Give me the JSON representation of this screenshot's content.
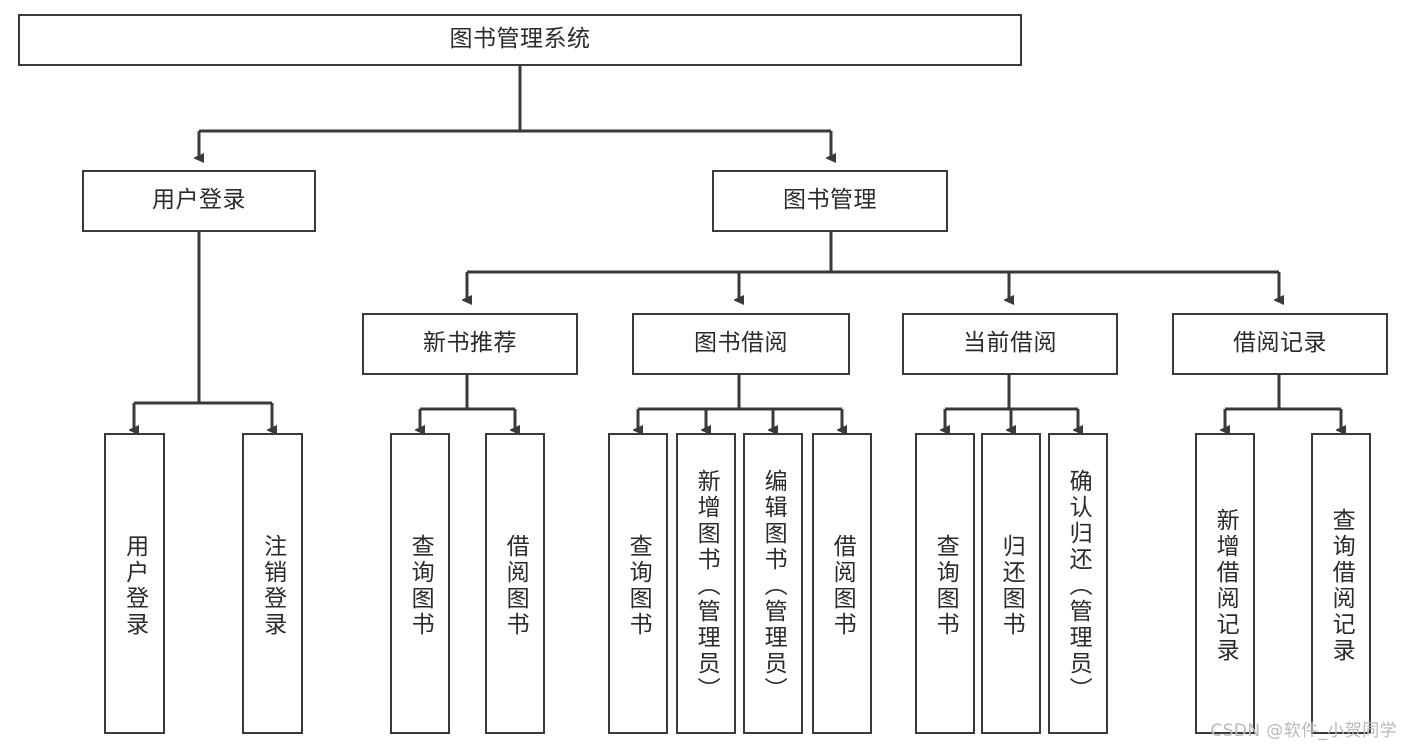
{
  "diagram": {
    "title": "图书管理系统",
    "watermark": "CSDN @软件_小贺同学",
    "style": {
      "border_color": "#3a3a3a",
      "text_color": "#2b2b2b",
      "background": "#ffffff",
      "watermark_color": "#b9b9b9"
    },
    "nodes": {
      "root": {
        "label": "图书管理系统"
      },
      "level2": [
        {
          "id": "user-login",
          "label": "用户登录"
        },
        {
          "id": "book-management",
          "label": "图书管理"
        }
      ],
      "level3": [
        {
          "id": "new-book-recommend",
          "label": "新书推荐"
        },
        {
          "id": "book-borrow",
          "label": "图书借阅"
        },
        {
          "id": "current-borrow",
          "label": "当前借阅"
        },
        {
          "id": "borrow-record",
          "label": "借阅记录"
        }
      ],
      "leaves": {
        "user_login": [
          {
            "id": "leaf-user-login",
            "label": "用户登录"
          },
          {
            "id": "leaf-logout-login",
            "label": "注销登录"
          }
        ],
        "new_book_recommend": [
          {
            "id": "leaf-query-book-1",
            "label": "查询图书"
          },
          {
            "id": "leaf-borrow-book-1",
            "label": "借阅图书"
          }
        ],
        "book_borrow": [
          {
            "id": "leaf-query-book-2",
            "label": "查询图书"
          },
          {
            "id": "leaf-add-book",
            "label": "新增图书（管理员）"
          },
          {
            "id": "leaf-edit-book",
            "label": "编辑图书（管理员）"
          },
          {
            "id": "leaf-borrow-book-2",
            "label": "借阅图书"
          }
        ],
        "current_borrow": [
          {
            "id": "leaf-query-book-3",
            "label": "查询图书"
          },
          {
            "id": "leaf-return-book",
            "label": "归还图书"
          },
          {
            "id": "leaf-confirm-return",
            "label": "确认归还（管理员）"
          }
        ],
        "borrow_record": [
          {
            "id": "leaf-add-record",
            "label": "新增借阅记录"
          },
          {
            "id": "leaf-query-record",
            "label": "查询借阅记录"
          }
        ]
      }
    }
  }
}
